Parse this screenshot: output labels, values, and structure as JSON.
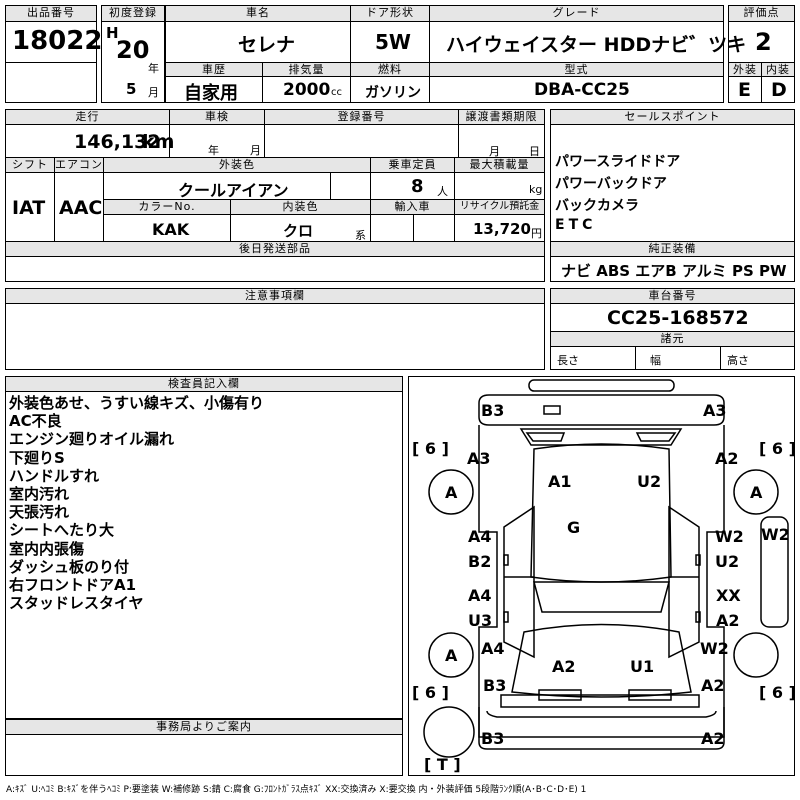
{
  "header": {
    "lot_no_label": "出品番号",
    "lot_no": "18022",
    "first_reg_label": "初度登録",
    "era": "H",
    "year": "20",
    "year_unit": "年",
    "month": "5",
    "month_unit": "月",
    "car_name_label": "車名",
    "car_name": "セレナ",
    "doors_label": "ドア形状",
    "doors": "5W",
    "grade_label": "グレード",
    "grade": "ハイウェイスター HDDナビ゛ツキ",
    "score_label": "評価点",
    "score": "2",
    "history_label": "車歴",
    "history": "自家用",
    "displacement_label": "排気量",
    "displacement": "2000",
    "displacement_unit": "cc",
    "fuel_label": "燃料",
    "fuel": "ガソリン",
    "model_label": "型式",
    "model": "DBA-CC25",
    "exterior_label": "外装",
    "exterior_grade": "E",
    "interior_label": "内装",
    "interior_grade": "D"
  },
  "row2": {
    "mileage_label": "走行",
    "mileage": "146,132",
    "mileage_unit": "km",
    "inspection_label": "車検",
    "inspection_year_unit": "年",
    "inspection_month_unit": "月",
    "reg_no_label": "登録番号",
    "transfer_label": "譲渡書類期限",
    "transfer_month_unit": "月",
    "transfer_day_unit": "日",
    "sales_label": "セールスポイント",
    "sales_points": [
      "パワースライドドア",
      "パワーバックドア",
      "バックカメラ",
      "ETC"
    ],
    "shift_label": "シフト",
    "shift": "IAT",
    "ac_label": "エアコン",
    "ac": "AAC",
    "color_label": "外装色",
    "color": "クールアイアン",
    "capacity_label": "乗車定員",
    "capacity": "8",
    "capacity_unit": "人",
    "load_label": "最大積載量",
    "load_unit": "kg",
    "color_no_label": "カラーNo.",
    "color_no": "KAK",
    "int_color_label": "内装色",
    "int_color": "クロ",
    "int_color_unit": "系",
    "import_label": "輸入車",
    "recycle_label": "リサイクル預託金",
    "recycle": "13,720",
    "recycle_unit": "円",
    "later_parts_label": "後日発送部品",
    "equipment_label": "純正装備",
    "equipment": "ナビ ABS エアB アルミ PS PW"
  },
  "notes": {
    "caution_label": "注意事項欄",
    "chassis_label": "車台番号",
    "chassis_no": "CC25-168572",
    "dims_label": "諸元",
    "length_label": "長さ",
    "width_label": "幅",
    "height_label": "高さ",
    "inspector_label": "検査員記入欄",
    "remarks": [
      "外装色あせ、うすい線キズ、小傷有り",
      "AC不良",
      "エンジン廻りオイル漏れ",
      "下廻りS",
      "ハンドルすれ",
      "室内汚れ",
      "天張汚れ",
      "シートへたり大",
      "室内内張傷",
      "ダッシュ板のり付",
      "右フロントドアA1",
      "スタッドレスタイヤ"
    ],
    "office_label": "事務局よりご案内",
    "legend": "A:ｷｽﾞ U:ﾍｺﾐ B:ｷｽﾞを伴うﾍｺﾐ P:要塗装 W:補修跡 S:錆 C:腐食 G:ﾌﾛﾝﾄｶﾞﾗｽ点ｷｽﾞ XX:交換済み X:要交換 内・外装評価 5段階ﾗﾝｸ順(A･B･C･D･E) 1"
  },
  "diagram": {
    "tire_count": "6",
    "spare_label": "T",
    "codes": {
      "rear_left": "B3",
      "rear_right": "A3",
      "rear_q_left": "A3",
      "rear_q_right": "A2",
      "tire_rl": "A",
      "tire_rr": "A",
      "roof_rear_left": "A1",
      "roof_rear_right": "U2",
      "roof_center": "G",
      "side_l1a": "A4",
      "side_l1b": "B2",
      "side_r1a": "W2",
      "side_r1b": "U2",
      "side_r_out": "W2",
      "side_l2a": "A4",
      "side_l2b": "U3",
      "side_r2a": "XX",
      "side_r2b": "A2",
      "tire_fl": "A",
      "front_l_fender": "A4",
      "front_r_fender": "W2",
      "hood_left": "A2",
      "hood_right": "U1",
      "front_q_left": "B3",
      "front_q_right": "A2",
      "bumper_left": "B3",
      "bumper_right": "A2"
    }
  }
}
